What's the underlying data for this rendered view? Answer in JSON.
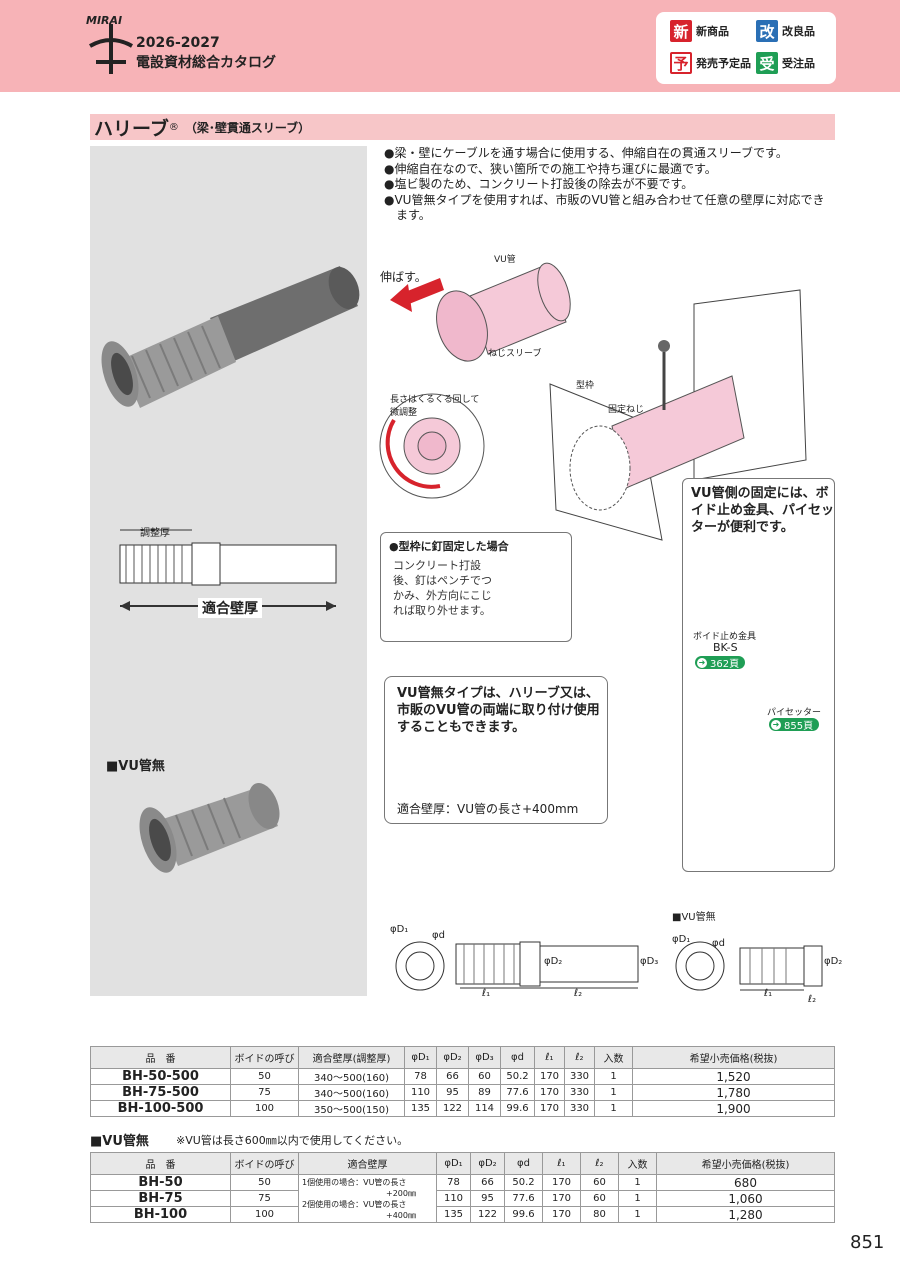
{
  "header": {
    "brand": "MIRAI",
    "year": "2026-2027",
    "catalog": "電設資材総合カタログ",
    "legend": [
      {
        "badge": "新",
        "label": "新商品",
        "color": "#d7232c"
      },
      {
        "badge": "改",
        "label": "改良品",
        "color": "#2a6fb5"
      },
      {
        "badge": "予",
        "label": "発売予定品",
        "color": "#d7232c",
        "outline": true
      },
      {
        "badge": "受",
        "label": "受注品",
        "color": "#1f9e55"
      }
    ]
  },
  "title": {
    "main": "ハリーブ",
    "reg": "®",
    "sub": "（梁･壁貫通スリーブ）"
  },
  "bullets": [
    "●梁・壁にケーブルを通す場合に使用する、伸縮自在の貫通スリーブです。",
    "●伸縮自在なので、狭い箇所での施工や持ち運びに最適です。",
    "●塩ビ製のため、コンクリート打設後の除去が不要です。",
    "●VU管無タイプを使用すれば、市販のVU管と組み合わせて任意の壁厚に対応できます。"
  ],
  "diagram_labels": {
    "stretch": "伸ばす。",
    "vu_pipe": "VU管",
    "screw_sleeve": "ねじスリーブ",
    "rotate": "長さはくるくる回して微調整",
    "formwork": "型枠",
    "fix_screw": "固定ねじ",
    "adjust": "調整厚",
    "wall": "適合壁厚",
    "vu_none": "■VU管無",
    "vu_none_small": "■VU管無"
  },
  "note_nail": {
    "heading": "●型枠に釘固定した場合",
    "text": "コンクリート打設後、釘はペンチでつかみ、外方向にこじれば取り外せます。"
  },
  "note_vu": {
    "text": "VU管無タイプは、ハリーブ又は、市販のVU管の両端に取り付け使用することもできます。",
    "formula": "適合壁厚：VU管の長さ+400mm"
  },
  "note_fix": {
    "text": "VU管側の固定には、ボイド止め金具、パイセッターが便利です。",
    "void_label": "ボイド止め金具",
    "void_code": "BK-S",
    "void_page": "362頁",
    "pipe_label": "パイセッター",
    "pipe_page": "855頁"
  },
  "dim_labels": {
    "D1": "φD₁",
    "d": "φd",
    "D2": "φD₂",
    "D3": "φD₃",
    "l1": "ℓ₁",
    "l2": "ℓ₂"
  },
  "table1": {
    "headers": [
      "品　番",
      "ボイドの呼び",
      "適合壁厚(調整厚)",
      "φD₁",
      "φD₂",
      "φD₃",
      "φd",
      "ℓ₁",
      "ℓ₂",
      "入数",
      "希望小売価格(税抜)"
    ],
    "rows": [
      [
        "BH-50-500",
        "50",
        "340～500(160)",
        "78",
        "66",
        "60",
        "50.2",
        "170",
        "330",
        "1",
        "1,520"
      ],
      [
        "BH-75-500",
        "75",
        "340～500(160)",
        "110",
        "95",
        "89",
        "77.6",
        "170",
        "330",
        "1",
        "1,780"
      ],
      [
        "BH-100-500",
        "100",
        "350～500(150)",
        "135",
        "122",
        "114",
        "99.6",
        "170",
        "330",
        "1",
        "1,900"
      ]
    ]
  },
  "table2": {
    "heading": "■VU管無",
    "note": "※VU管は長さ600㎜以内で使用してください。",
    "headers": [
      "品　番",
      "ボイドの呼び",
      "適合壁厚",
      "φD₁",
      "φD₂",
      "φd",
      "ℓ₁",
      "ℓ₂",
      "入数",
      "希望小売価格(税抜)"
    ],
    "wall1_a": "1個使用の場合：",
    "wall1_b": "VU管の長さ",
    "wall1_c": "+200㎜",
    "wall2_a": "2個使用の場合：",
    "wall2_b": "VU管の長さ",
    "wall2_c": "+400㎜",
    "rows": [
      [
        "BH-50",
        "50",
        "78",
        "66",
        "50.2",
        "170",
        "60",
        "1",
        "680"
      ],
      [
        "BH-75",
        "75",
        "110",
        "95",
        "77.6",
        "170",
        "60",
        "1",
        "1,060"
      ],
      [
        "BH-100",
        "100",
        "135",
        "122",
        "99.6",
        "170",
        "80",
        "1",
        "1,280"
      ]
    ]
  },
  "page": "851"
}
